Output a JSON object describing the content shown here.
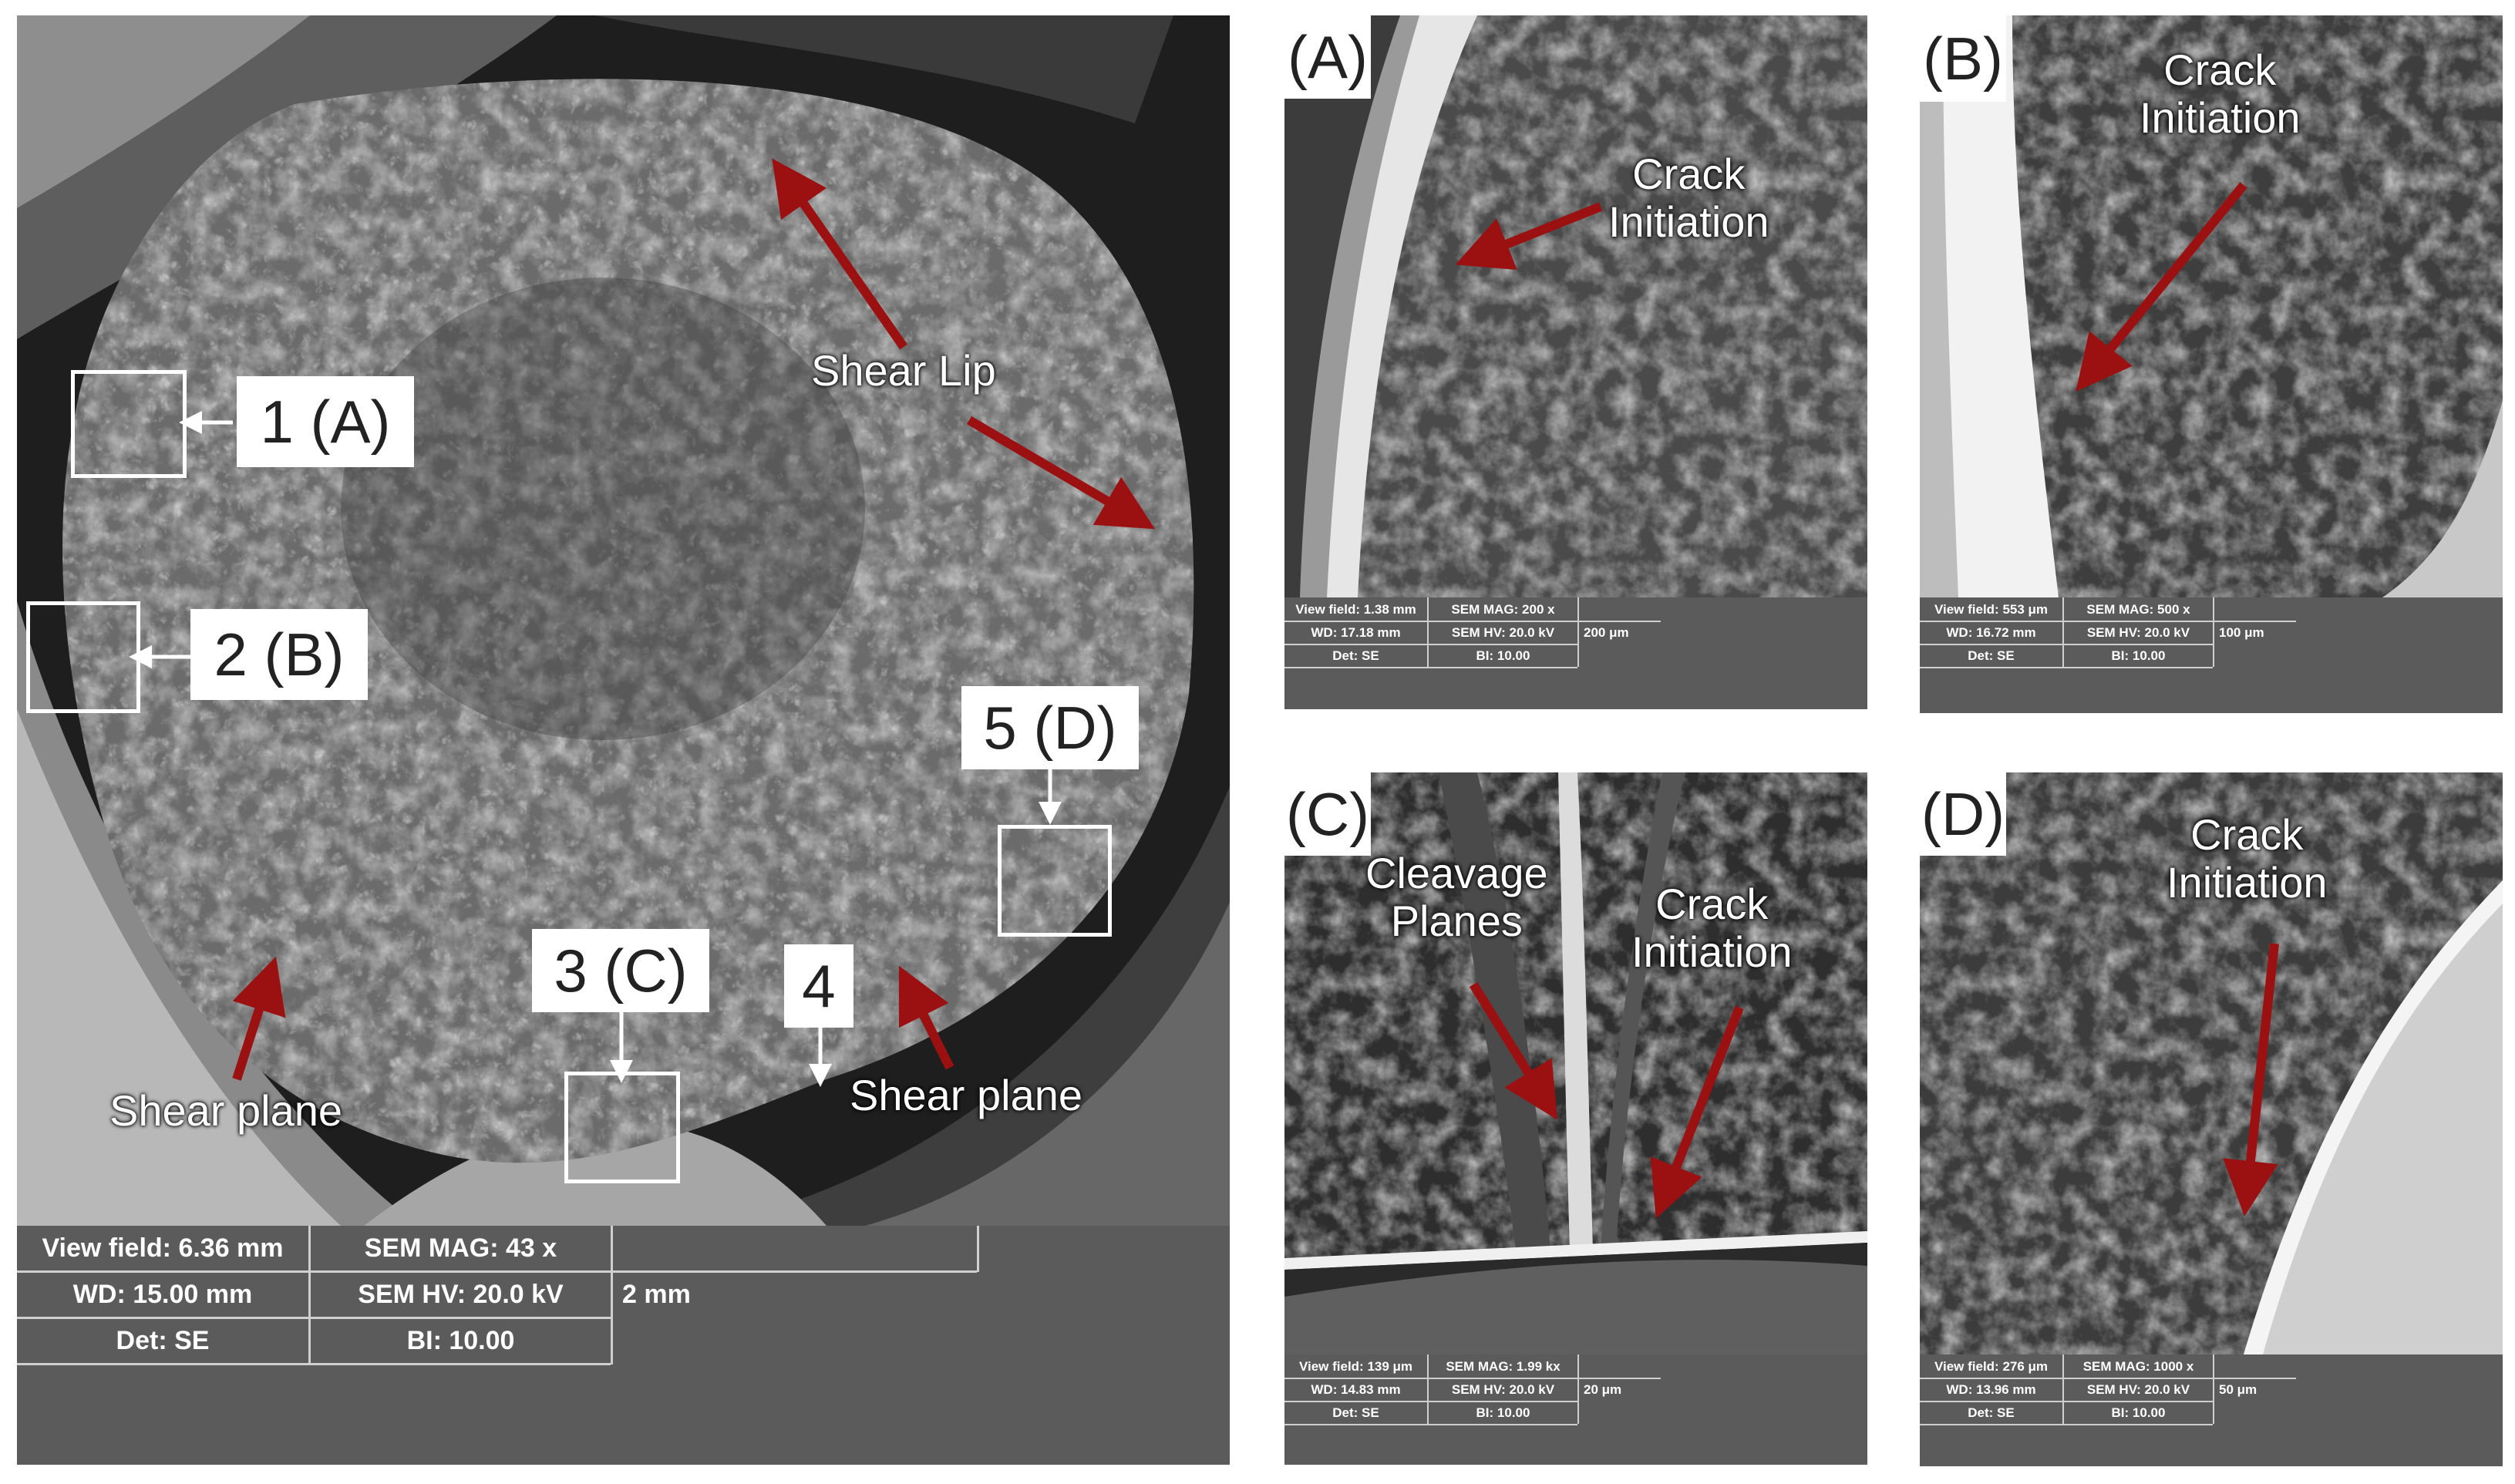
{
  "main": {
    "info": {
      "view_field": "View field: 6.36 mm",
      "sem_mag": "SEM MAG: 43 x",
      "wd": "WD: 15.00 mm",
      "sem_hv": "SEM HV: 20.0 kV",
      "det": "Det: SE",
      "bi": "BI: 10.00",
      "scale": "2 mm"
    },
    "callouts": {
      "c1": "1 (A)",
      "c2": "2 (B)",
      "c3": "3 (C)",
      "c4": "4",
      "c5": "5 (D)"
    },
    "annotations": {
      "shear_lip": "Shear Lip",
      "shear_plane_left": "Shear plane",
      "shear_plane_right": "Shear plane"
    }
  },
  "panels": {
    "A": {
      "label": "(A)",
      "annotation": "Crack\nInitiation",
      "view_field": "View field: 1.38 mm",
      "sem_mag": "SEM MAG: 200 x",
      "wd": "WD: 17.18 mm",
      "sem_hv": "SEM HV: 20.0 kV",
      "det": "Det: SE",
      "bi": "BI: 10.00",
      "scale": "200 μm"
    },
    "B": {
      "label": "(B)",
      "annotation": "Crack\nInitiation",
      "view_field": "View field: 553 μm",
      "sem_mag": "SEM MAG: 500 x",
      "wd": "WD: 16.72 mm",
      "sem_hv": "SEM HV: 20.0 kV",
      "det": "Det: SE",
      "bi": "BI: 10.00",
      "scale": "100 μm"
    },
    "C": {
      "label": "(C)",
      "annotation_a": "Cleavage\nPlanes",
      "annotation_b": "Crack\nInitiation",
      "view_field": "View field: 139 μm",
      "sem_mag": "SEM MAG: 1.99 kx",
      "wd": "WD: 14.83 mm",
      "sem_hv": "SEM HV: 20.0 kV",
      "det": "Det: SE",
      "bi": "BI: 10.00",
      "scale": "20 μm"
    },
    "D": {
      "label": "(D)",
      "annotation": "Crack\nInitiation",
      "view_field": "View field: 276 μm",
      "sem_mag": "SEM MAG: 1000 x",
      "wd": "WD: 13.96 mm",
      "sem_hv": "SEM HV: 20.0 kV",
      "det": "Det: SE",
      "bi": "BI: 10.00",
      "scale": "50 μm"
    }
  },
  "colors": {
    "arrow": "#9b1111",
    "infobar": "#5b5b5b",
    "background": "#1c1c1c"
  }
}
